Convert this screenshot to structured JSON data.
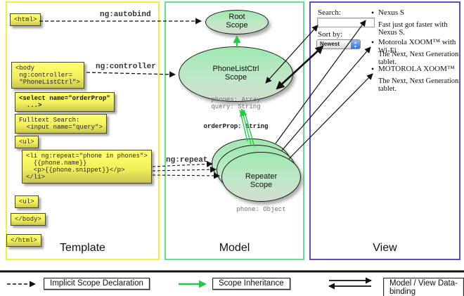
{
  "columns": {
    "template": "Template",
    "model": "Model",
    "view": "View"
  },
  "colors": {
    "template_border": "#f2ee3c",
    "model_border": "#5fe093",
    "view_border": "#5b4fd0",
    "box_yellow": "#f3f05c",
    "scope_green": "#9fe8b0",
    "inheritance_green": "#22cc44",
    "arrow_black": "#111111"
  },
  "template": {
    "html_open": "<html>",
    "body_open": "<body\n ng:controller=\n \"PhoneListCtrl\">",
    "select_box": "<select name=\"orderProp\"\n  ...>",
    "fulltext_box": "Fulltext Search:\n  <input name=\"query\">",
    "ul_open": "<ul>",
    "li_box": "<li ng:repeat=\"phone in phones\">\n  {{phone.name}}\n  <p>{{phone.snippet}}</p>\n</li>",
    "ul_close": "<ul>",
    "body_close": "</body>",
    "html_close": "</html>"
  },
  "labels": {
    "ng_autobind": "ng:autobind",
    "ng_controller": "ng:controller",
    "ng_repeat": "ng:repeat"
  },
  "model": {
    "root_scope": {
      "title": "Root\nScope"
    },
    "phonelist_scope": {
      "title": "PhoneListCtrl\nScope",
      "props": "phones: Array\nquery: String",
      "bold_prop": "orderProp: String"
    },
    "repeater_scope": {
      "title": "Repeater\nScope",
      "prop": "phone: Object"
    }
  },
  "view": {
    "search_label": "Search:",
    "search_value": "",
    "sort_label": "Sort by:",
    "sort_value": "Newest",
    "phones": [
      {
        "name": "Nexus S",
        "desc": "Fast just got faster with Nexus S."
      },
      {
        "name": "Motorola XOOM™ with Wi-Fi",
        "desc": "The Next, Next Generation tablet."
      },
      {
        "name": "MOTOROLA XOOM™",
        "desc": "The Next, Next Generation tablet."
      }
    ]
  },
  "legend": {
    "implicit": "Implicit Scope Declaration",
    "inheritance": "Scope Inheritance",
    "binding": "Model / View Data-binding"
  }
}
